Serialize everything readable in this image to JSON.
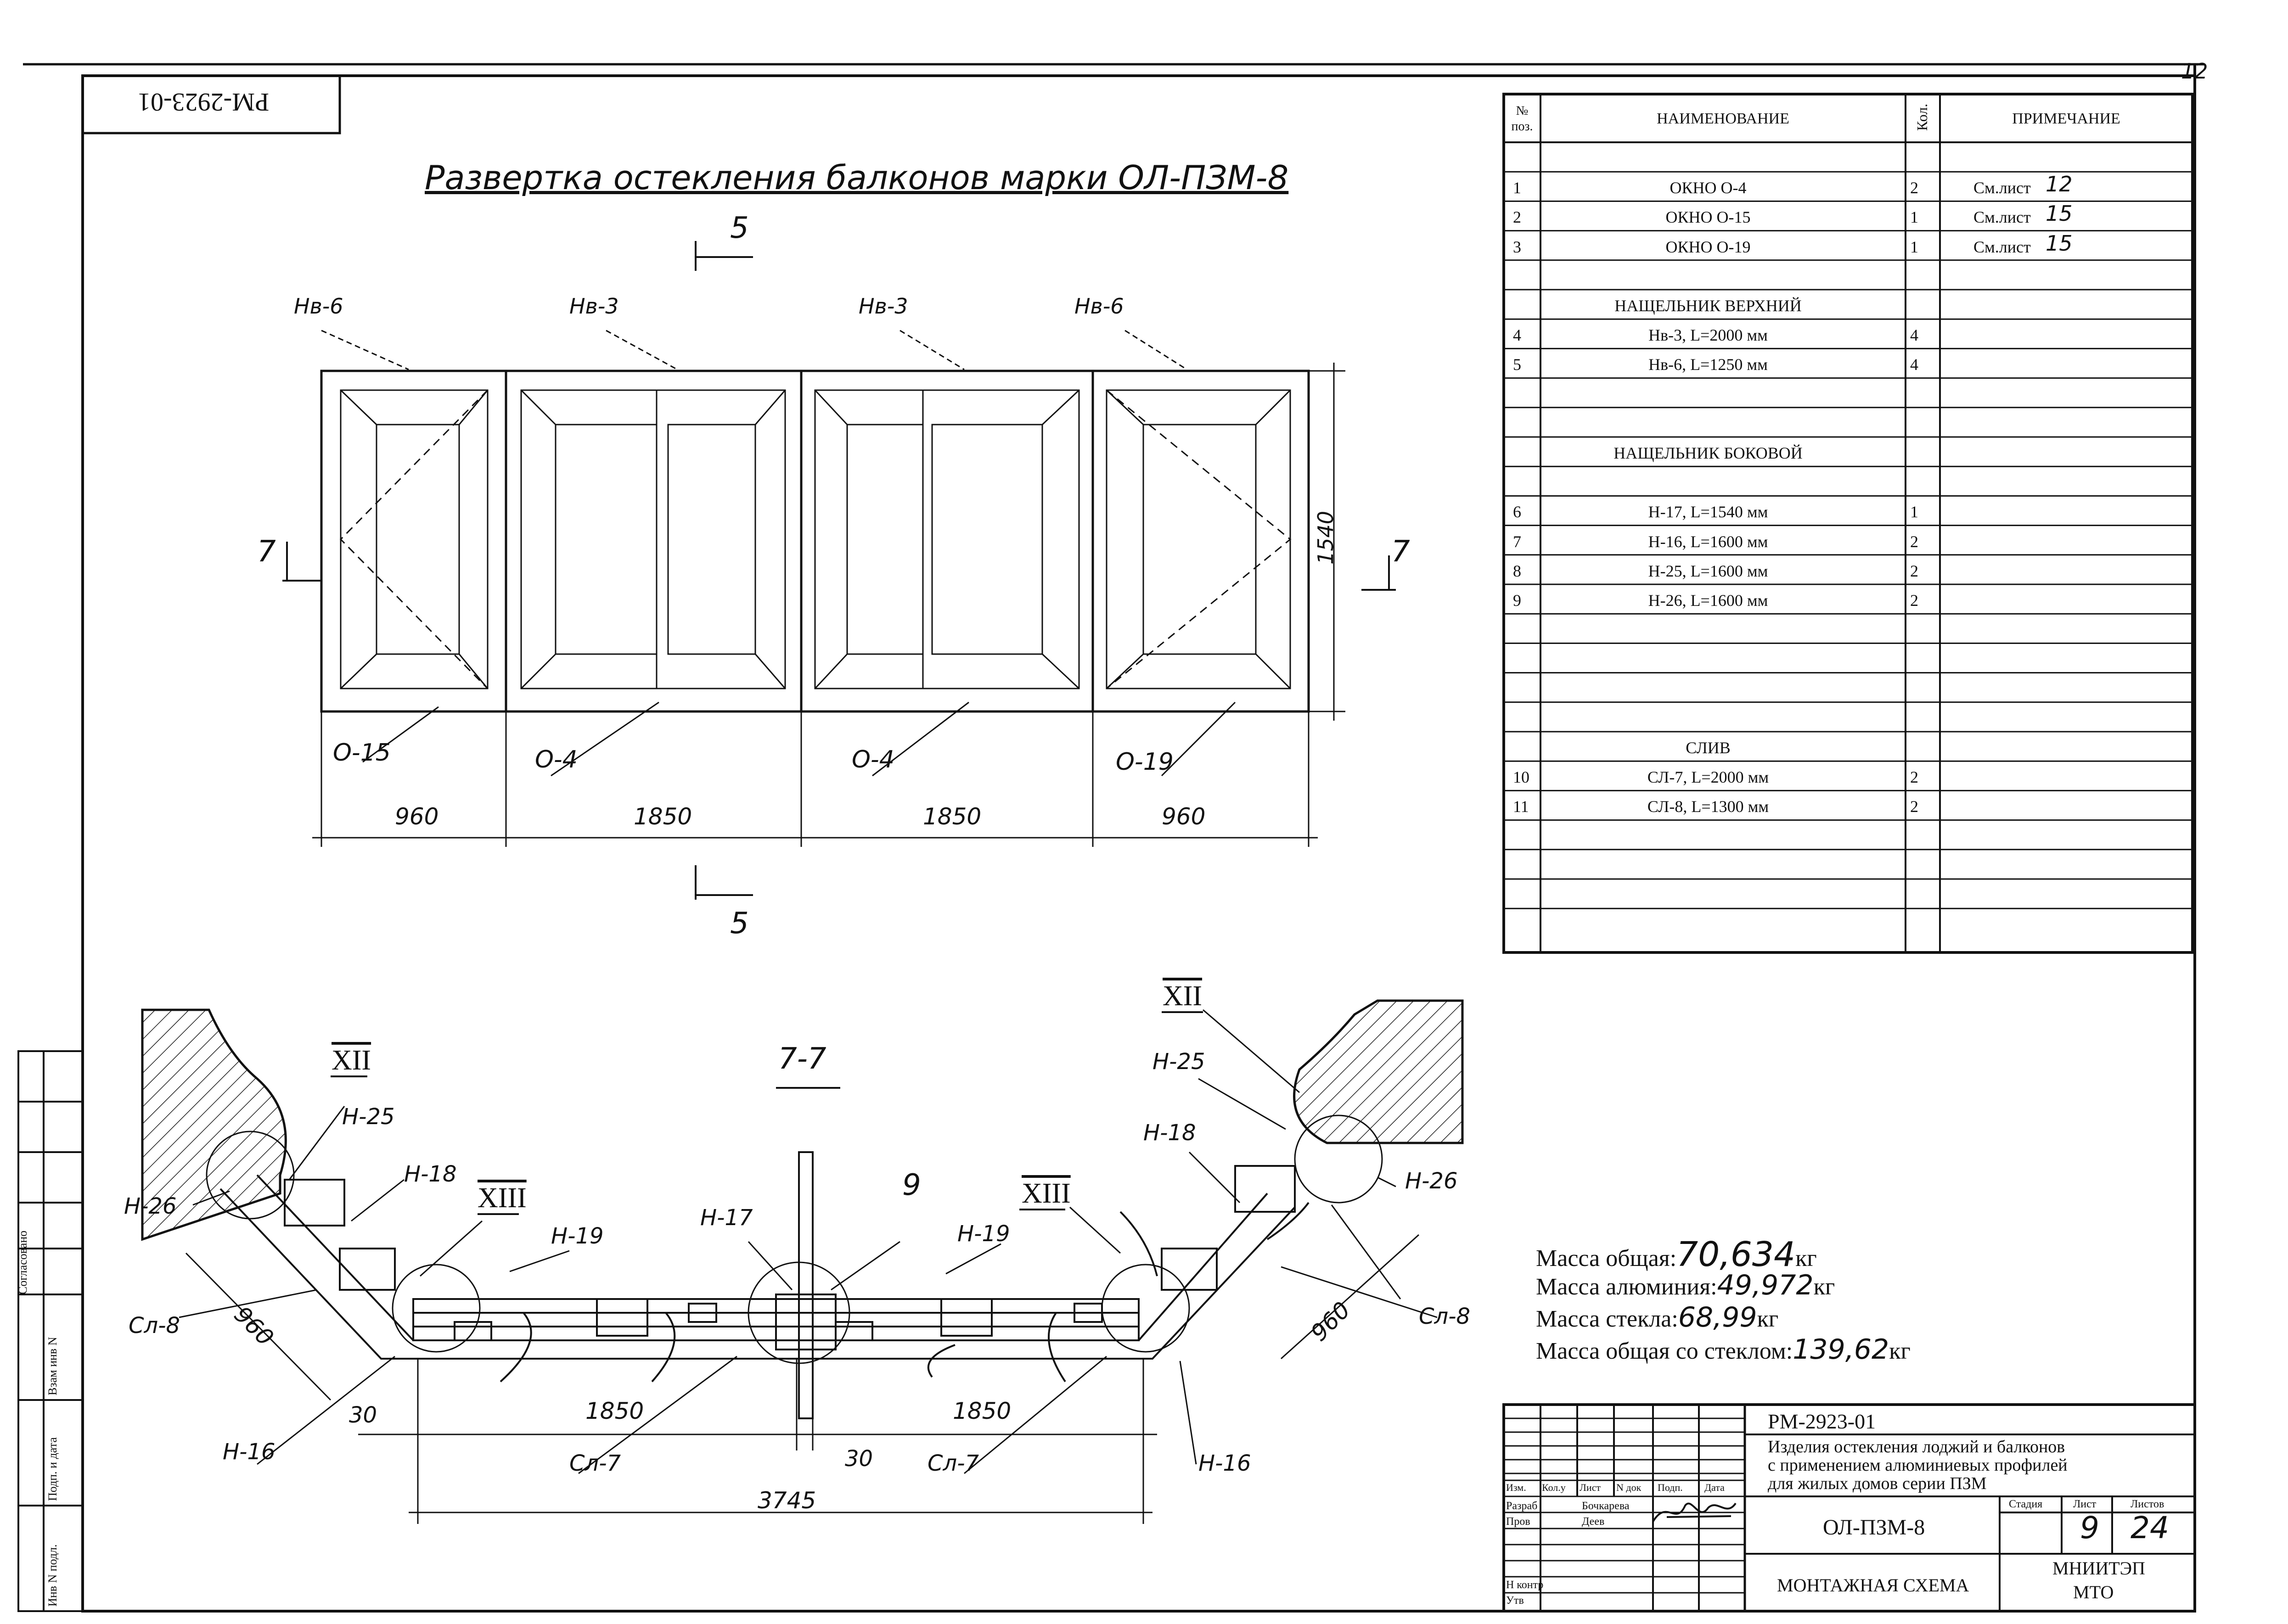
{
  "doc_code": "РМ-2923-01",
  "sheet_corner_num": "12",
  "title": "Развертка остекления балконов марки ОЛ-ПЗМ-8",
  "elevation": {
    "section_top": "5",
    "section_bottom": "5",
    "section_left": "7",
    "section_right": "7",
    "height_dim": "1540",
    "top_labels": [
      "Нв-6",
      "Нв-3",
      "Нв-3",
      "Нв-6"
    ],
    "bottom_labels": [
      "О-15",
      "О-4",
      "О-4",
      "О-19"
    ],
    "widths": [
      "960",
      "1850",
      "1850",
      "960"
    ]
  },
  "plan": {
    "section_title": "7-7",
    "labels": {
      "xii_left": "XII",
      "xii_right": "XII",
      "xiii_left": "XIII",
      "xiii_right": "XIII",
      "h25_left": "Н-25",
      "h25_right": "Н-25",
      "h18_left": "Н-18",
      "h18_right": "Н-18",
      "h26_left": "Н-26",
      "h26_right": "Н-26",
      "h19_left": "Н-19",
      "h19_right": "Н-19",
      "h17": "Н-17",
      "nine": "9",
      "sl8_left": "Сл-8",
      "sl8_right": "Сл-8",
      "d960_left": "960",
      "d960_right": "960",
      "h16_left": "Н-16",
      "h16_right": "Н-16",
      "d30_left": "30",
      "d30_center": "30",
      "d1850_left": "1850",
      "d1850_right": "1850",
      "sl7_left": "Сл-7",
      "sl7_right": "Сл-7",
      "d3745": "3745"
    }
  },
  "spec": {
    "headers": {
      "pos": "№ поз.",
      "name": "НАИМЕНОВАНИЕ",
      "qty": "Кол.",
      "note": "ПРИМЕЧАНИЕ"
    },
    "rows": [
      {
        "pos": "1",
        "name": "ОКНО О-4",
        "qty": "2",
        "note": "См.лист",
        "note_hw": "12"
      },
      {
        "pos": "2",
        "name": "ОКНО О-15",
        "qty": "1",
        "note": "См.лист",
        "note_hw": "15"
      },
      {
        "pos": "3",
        "name": "ОКНО О-19",
        "qty": "1",
        "note": "См.лист",
        "note_hw": "15"
      },
      {
        "pos": "",
        "name": "НАЩЕЛЬНИК ВЕРХНИЙ",
        "qty": "",
        "note": "",
        "note_hw": ""
      },
      {
        "pos": "4",
        "name": "Нв-3, L=2000 мм",
        "qty": "4",
        "note": "",
        "note_hw": ""
      },
      {
        "pos": "5",
        "name": "Нв-6, L=1250 мм",
        "qty": "4",
        "note": "",
        "note_hw": ""
      },
      {
        "pos": "",
        "name": "НАЩЕЛЬНИК БОКОВОЙ",
        "qty": "",
        "note": "",
        "note_hw": ""
      },
      {
        "pos": "6",
        "name": "Н-17, L=1540 мм",
        "qty": "1",
        "note": "",
        "note_hw": ""
      },
      {
        "pos": "7",
        "name": "Н-16, L=1600 мм",
        "qty": "2",
        "note": "",
        "note_hw": ""
      },
      {
        "pos": "8",
        "name": "Н-25, L=1600 мм",
        "qty": "2",
        "note": "",
        "note_hw": ""
      },
      {
        "pos": "9",
        "name": "Н-26, L=1600 мм",
        "qty": "2",
        "note": "",
        "note_hw": ""
      },
      {
        "pos": "",
        "name": "СЛИВ",
        "qty": "",
        "note": "",
        "note_hw": ""
      },
      {
        "pos": "10",
        "name": "СЛ-7, L=2000 мм",
        "qty": "2",
        "note": "",
        "note_hw": ""
      },
      {
        "pos": "11",
        "name": "СЛ-8, L=1300 мм",
        "qty": "2",
        "note": "",
        "note_hw": ""
      }
    ]
  },
  "mass": {
    "total_label": "Масса общая:",
    "total_value": "70,634",
    "total_unit": "кг",
    "alu_label": "Масса алюминия:",
    "alu_value": "49,972",
    "alu_unit": "кг",
    "glass_label": "Масса стекла:",
    "glass_value": "68,99",
    "glass_unit": "кг",
    "with_glass_label": "Масса общая со стеклом:",
    "with_glass_value": "139,62",
    "with_glass_unit": "кг"
  },
  "stamp": {
    "code": "РМ-2923-01",
    "desc1": "Изделия остекления лоджий и балконов",
    "desc2": "с применением алюминиевых профилей",
    "desc3": "для жилых домов серии ПЗМ",
    "cols": [
      "Изм.",
      "Кол.у",
      "Лист",
      "N док",
      "Подп.",
      "Дата"
    ],
    "razrab": "Разраб",
    "razrab_name": "Бочкарева",
    "prov": "Пров",
    "prov_name": "Деев",
    "nkontr": "Н контр",
    "utv": "Утв",
    "item_name": "ОЛ-ПЗМ-8",
    "sheet_title": "МОНТАЖНАЯ СХЕМА",
    "stage_label": "Стадия",
    "list_label": "Лист",
    "lists_label": "Листов",
    "list_num": "9",
    "lists_num": "24",
    "org1": "МНИИТЭП",
    "org2": "МТО"
  },
  "side": {
    "soglas": "Согласовано",
    "vzam": "Взам инв N",
    "podp": "Подп. и дата",
    "inv": "Инв N подл."
  }
}
